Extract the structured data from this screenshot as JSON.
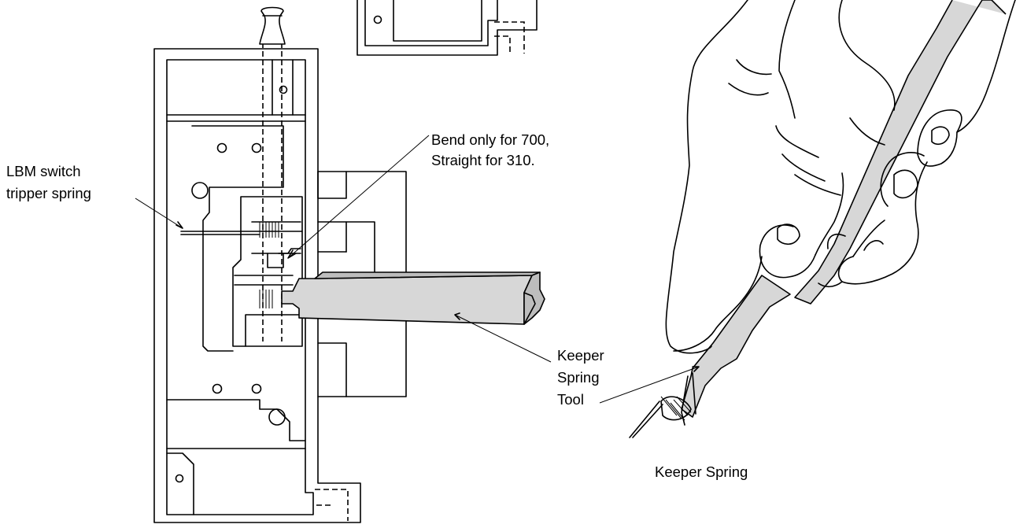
{
  "labels": {
    "lbm_spring_line1": "LBM switch",
    "lbm_spring_line2": "tripper spring",
    "bend_line1": "Bend only for 700,",
    "bend_line2": "Straight for 310.",
    "tool_line1": "Keeper",
    "tool_line2": "Spring",
    "tool_line3": "Tool",
    "keeper_spring": "Keeper Spring"
  },
  "colors": {
    "tool_fill": "#d7d7d7",
    "line": "#000000",
    "background": "#ffffff"
  }
}
